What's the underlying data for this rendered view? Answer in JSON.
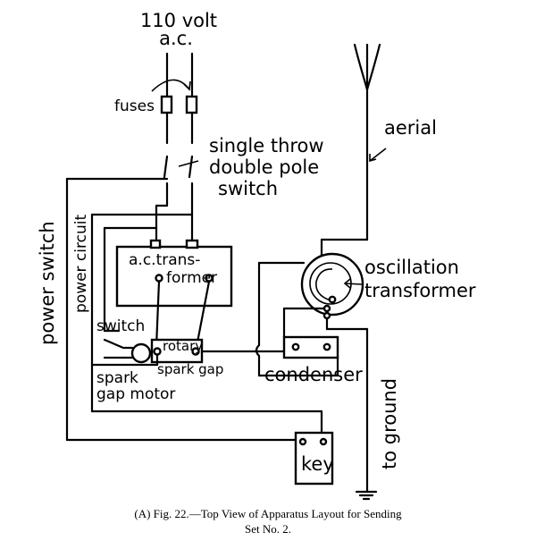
{
  "labels": {
    "supply_line1": "110 volt",
    "supply_line2": "a.c.",
    "fuses": "fuses",
    "switch_line1": "single throw",
    "switch_line2": "double pole",
    "switch_line3": "switch",
    "aerial": "aerial",
    "power_switch": "power switch",
    "power_circuit": "power circuit",
    "ac_transformer_line1": "a.c.trans-",
    "ac_transformer_line2": "former",
    "oscillation_line1": "oscillation",
    "oscillation_line2": "transformer",
    "motor_switch": "switch",
    "rotary_line1": "rotary",
    "rotary_line2": "spark gap",
    "motor_line1": "spark",
    "motor_line2": "gap motor",
    "condenser": "condenser",
    "to_ground": "to ground",
    "key": "key"
  },
  "caption": {
    "line1": "(A) Fig. 22.—Top View of Apparatus Layout for Sending",
    "line2": "Set No. 2."
  }
}
